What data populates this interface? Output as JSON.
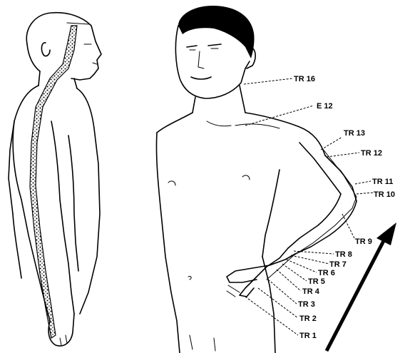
{
  "diagram": {
    "labels": [
      {
        "id": "tr16",
        "text": "TR 16"
      },
      {
        "id": "e12",
        "text": "E 12"
      },
      {
        "id": "tr13",
        "text": "TR 13"
      },
      {
        "id": "tr12",
        "text": "TR 12"
      },
      {
        "id": "tr11",
        "text": "TR 11"
      },
      {
        "id": "tr10",
        "text": "TR 10"
      },
      {
        "id": "tr9",
        "text": "TR 9"
      },
      {
        "id": "tr8",
        "text": "TR 8"
      },
      {
        "id": "tr7",
        "text": "TR 7"
      },
      {
        "id": "tr6",
        "text": "TR 6"
      },
      {
        "id": "tr5",
        "text": "TR 5"
      },
      {
        "id": "tr4",
        "text": "TR 4"
      },
      {
        "id": "tr3",
        "text": "TR 3"
      },
      {
        "id": "tr2",
        "text": "TR 2"
      },
      {
        "id": "tr1",
        "text": "TR 1"
      }
    ],
    "arrow_icon": "diagonal-up-right-arrow-icon"
  }
}
